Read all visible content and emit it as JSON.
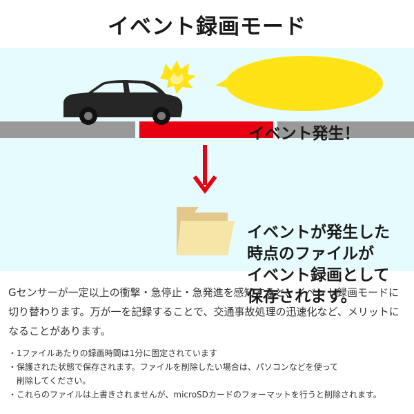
{
  "title": "イベント録画モード",
  "bubble_text": "イベント発生！",
  "info_lines": [
    "イベントが発生した",
    "時点のファイルが",
    "イベント録画として",
    "保存されます。"
  ],
  "description_lines": [
    "Gセンサーが一定以上の衝撃・急停止・急発進を感知すると、イベント録画モードに",
    "切り替わります。万が一を記録することで、交通事故処理の迅速化など、メリットに",
    "なることがあります。"
  ],
  "notes": {
    "note1": "・1ファイルあたりの録画時間は1分に固定されています",
    "note2_line1": "・保護された状態で保存されます。ファイルを削除したい場合は、パソコンなどを使って",
    "note2_line2": "削除してください。",
    "note3": "・これらのファイルは上書きされませんが、microSDカードのフォーマットを行うと削除されます。"
  },
  "icons": {
    "car": "car-icon",
    "impact": "impact-burst-icon",
    "arrow": "arrow-down-icon",
    "folder": "folder-icon"
  },
  "colors": {
    "panel_bg": "#e6fbfd",
    "bubble": "#ffe317",
    "event_segment": "#e60012",
    "normal_segment": "#999999",
    "arrow": "#e60012",
    "folder": "#f5e6a8"
  }
}
